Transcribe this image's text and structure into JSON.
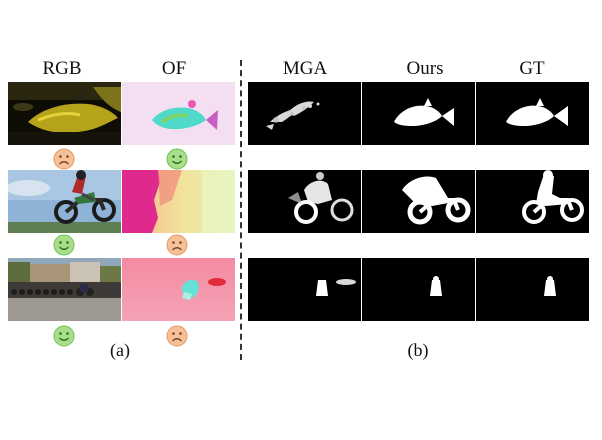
{
  "headers": {
    "rgb": "RGB",
    "of": "OF",
    "mga": "MGA",
    "ours": "Ours",
    "gt": "GT"
  },
  "captions": {
    "a": "(a)",
    "b": "(b)"
  },
  "faces": {
    "happy_color": "#a8de8a",
    "sad_color": "#f7c097",
    "row1": {
      "rgb": "sad",
      "of": "happy"
    },
    "row2": {
      "rgb": "happy",
      "of": "sad"
    },
    "row3": {
      "rgb": "happy",
      "of": "sad"
    }
  }
}
